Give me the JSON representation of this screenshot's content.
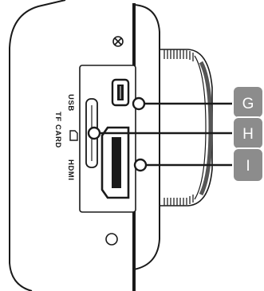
{
  "diagram": {
    "port_labels": {
      "usb": "USB",
      "tf_card": "TF CARD",
      "hdmi": "HDMI"
    },
    "callouts": [
      {
        "letter": "G",
        "target": "usb-port"
      },
      {
        "letter": "H",
        "target": "tf-card-slot"
      },
      {
        "letter": "I",
        "target": "hdmi-port"
      }
    ],
    "colors": {
      "line": "#1a1a1a",
      "badge_fill": "#8c8c8c",
      "badge_stroke": "#ffffff",
      "lens_grey": "#555555",
      "background": "#ffffff"
    }
  }
}
